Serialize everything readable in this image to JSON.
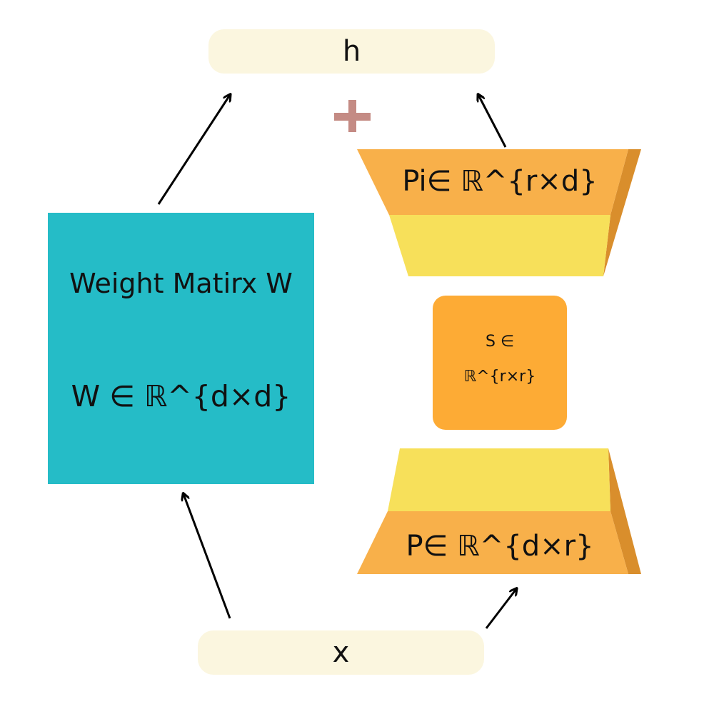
{
  "output": {
    "label": "h"
  },
  "input": {
    "label": "x"
  },
  "weight_matrix": {
    "title": "Weight Matirx W",
    "formula": "W ∈ ℝ^{d×d}"
  },
  "up_projection": {
    "label": "Pi∈ ℝ^{r×d}"
  },
  "core": {
    "line1": "S ∈",
    "line2": "ℝ^{r×r}"
  },
  "down_projection": {
    "label": "P∈ ℝ^{d×r}"
  },
  "combine": {
    "icon": "plus-icon",
    "symbol": "+"
  },
  "colors": {
    "pill": "#fbf6df",
    "weight_box": "#25bcc7",
    "trapezoid_face": "#f8b04a",
    "trapezoid_inner": "#f7e05a",
    "trapezoid_side": "#d98e2c",
    "core_box": "#fdab35",
    "plus": "#c48b84"
  }
}
